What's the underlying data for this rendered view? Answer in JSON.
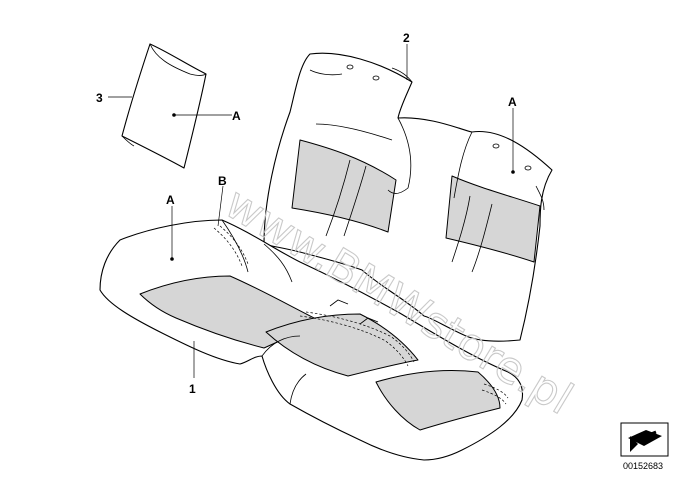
{
  "callouts": {
    "part_1": "1",
    "part_2": "2",
    "part_3": "3",
    "point_a_pad": "A",
    "point_a_cushion": "A",
    "point_a_backrest": "A",
    "point_b_seam": "B"
  },
  "watermark": "www.BMWstore.pl",
  "diagram_ref": "00152683",
  "icon": "print-arrow-icon"
}
